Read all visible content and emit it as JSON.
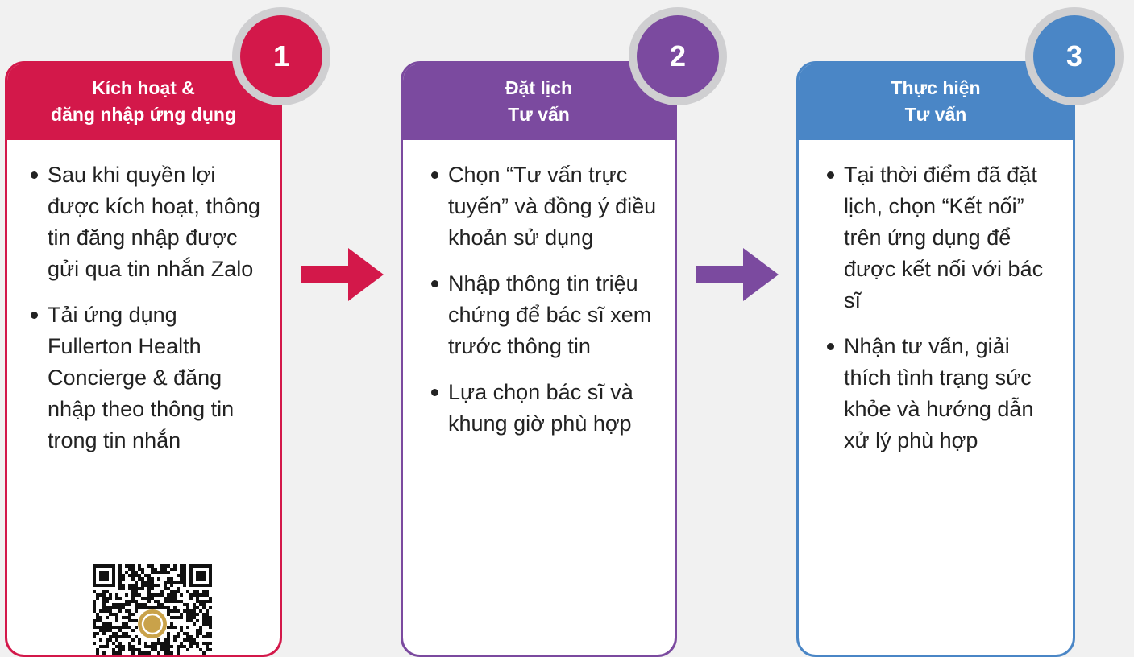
{
  "steps": [
    {
      "number": "1",
      "title_line1": "Kích hoạt &",
      "title_line2": "đăng nhập ứng dụng",
      "color": "#d3184a",
      "bullets": [
        "Sau khi quyền lợi được kích hoạt, thông tin đăng nhập được gửi qua tin nhắn Zalo",
        "Tải ứng dụng Fullerton Health Concierge & đăng nhập theo thông tin trong tin nhắn"
      ]
    },
    {
      "number": "2",
      "title_line1": "Đặt lịch",
      "title_line2": "Tư vấn",
      "color": "#7b4a9f",
      "bullets": [
        "Chọn “Tư vấn trực tuyến” và đồng ý điều khoản sử dụng",
        "Nhập thông tin triệu chứng để bác sĩ xem trước thông tin",
        "Lựa chọn bác sĩ và khung giờ phù hợp"
      ]
    },
    {
      "number": "3",
      "title_line1": "Thực hiện",
      "title_line2": "Tư vấn",
      "color": "#4a86c6",
      "bullets": [
        "Tại thời điểm đã đặt lịch, chọn “Kết nối” trên ứng dụng để được kết nối với bác sĩ",
        "Nhận tư vấn, giải thích tình trạng sức khỏe và hướng dẫn xử lý phù hợp"
      ]
    }
  ],
  "arrows": [
    {
      "color": "#d3184a"
    },
    {
      "color": "#7b4a9f"
    }
  ],
  "badge_ring_color": "#cfcfd1",
  "qr_center_color": "#c9a24a"
}
